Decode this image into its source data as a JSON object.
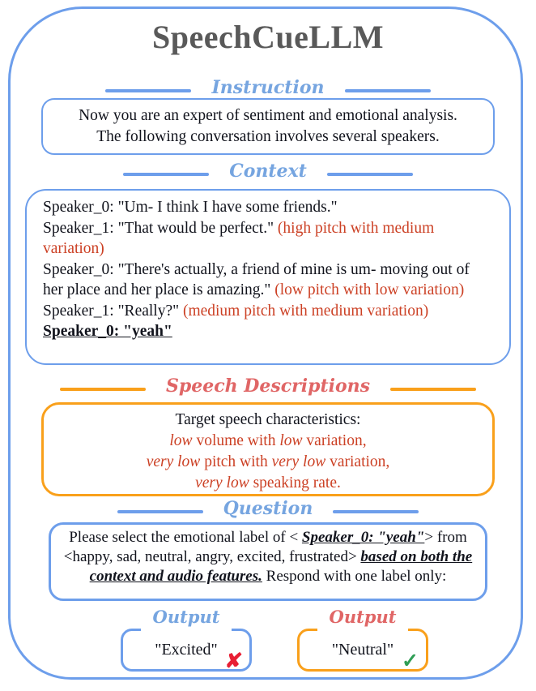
{
  "title": "SpeechCueLLM",
  "colors": {
    "blue": "#6d9eeb",
    "label_blue": "#76a5e0",
    "orange": "#f9a01b",
    "coral": "#e06666",
    "red": "#cc4125",
    "ink": "#11131c",
    "title_gray": "#595959",
    "check_green": "#2f9e55",
    "cross_red": "#e81f34"
  },
  "instruction": {
    "label": "Instruction",
    "lines": [
      "Now you are an expert of sentiment and emotional analysis.",
      "The following conversation involves several speakers."
    ]
  },
  "context": {
    "label": "Context",
    "turns": [
      {
        "text": "Speaker_0: \"Um- I think I have some friends.\"",
        "cue": ""
      },
      {
        "text": "Speaker_1: \"That would be perfect.\"",
        "cue": "(high pitch with medium variation)"
      },
      {
        "text": "Speaker_0: \"There's actually, a friend of mine is um- moving out of her place and her place is amazing.\"",
        "cue": "(low pitch with low variation)"
      },
      {
        "text": "Speaker_1: \"Really?\"",
        "cue": "(medium pitch with medium variation)"
      },
      {
        "text": "Speaker_0: \"yeah\"",
        "cue": "",
        "emph": true
      }
    ]
  },
  "speech": {
    "label": "Speech Descriptions",
    "intro": "Target speech characteristics:",
    "lines": [
      [
        {
          "t": "low",
          "it": true
        },
        {
          "t": " volume with "
        },
        {
          "t": "low",
          "it": true
        },
        {
          "t": " variation,"
        }
      ],
      [
        {
          "t": "very low",
          "it": true
        },
        {
          "t": " pitch with "
        },
        {
          "t": "very low",
          "it": true
        },
        {
          "t": " variation,"
        }
      ],
      [
        {
          "t": "very low",
          "it": true
        },
        {
          "t": " speaking rate."
        }
      ]
    ]
  },
  "question": {
    "label": "Question",
    "segments": [
      {
        "t": "Please select the emotional label of < "
      },
      {
        "t": "Speaker_0: \"yeah\"",
        "em": true
      },
      {
        "t": "> from <happy, sad, neutral, angry, excited, frustrated> "
      },
      {
        "t": "based on both the context and audio features.",
        "em": true
      },
      {
        "t": " Respond with one label only:"
      }
    ]
  },
  "outputs": [
    {
      "label": "Output",
      "value": "\"Excited\"",
      "verdict": "incorrect",
      "mark_glyph": "✘"
    },
    {
      "label": "Output",
      "value": "\"Neutral\"",
      "verdict": "correct",
      "mark_glyph": "✓"
    }
  ]
}
